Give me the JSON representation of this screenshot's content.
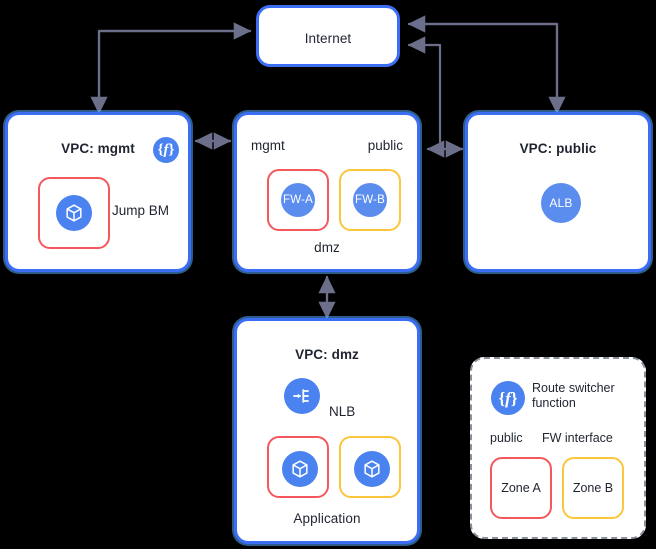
{
  "diagram": {
    "title": "Internet",
    "nodes": {
      "internet": {
        "label": "Internet"
      },
      "vpc_mgmt": {
        "title": "VPC: mgmt",
        "function_icon": "route-switcher-function-icon",
        "instance": {
          "label": "Jump BM",
          "icon": "cube-icon",
          "zone": "Zone A"
        }
      },
      "vpc_fw": {
        "subnet_left": "mgmt",
        "subnet_right": "public",
        "subnet_bottom": "dmz",
        "firewalls": [
          {
            "label": "FW-A",
            "zone": "Zone A"
          },
          {
            "label": "FW-B",
            "zone": "Zone B"
          }
        ]
      },
      "vpc_public": {
        "title": "VPC: public",
        "loadbalancer": {
          "label": "ALB"
        }
      },
      "vpc_dmz": {
        "title": "VPC: dmz",
        "nlb": {
          "label": "NLB",
          "icon": "nlb-icon"
        },
        "application_label": "Application",
        "app_instances": [
          {
            "icon": "cube-icon",
            "zone": "Zone A"
          },
          {
            "icon": "cube-icon",
            "zone": "Zone B"
          }
        ]
      }
    },
    "legend": {
      "function_icon": "route-switcher-function-icon",
      "function_label": "Route switcher\nfunction",
      "col_left_label": "public",
      "col_right_label": "FW interface",
      "zones": [
        {
          "label": "Zone A",
          "color": "#f4585c"
        },
        {
          "label": "Zone B",
          "color": "#fbc53c"
        }
      ]
    },
    "colors": {
      "vpc_border": "#3b6df5",
      "zone_a": "#f4585c",
      "zone_b": "#fbc53c",
      "badge_blue": "#5b8def",
      "arrow": "#6b6f8a",
      "legend_border": "#8a8f9c"
    }
  }
}
